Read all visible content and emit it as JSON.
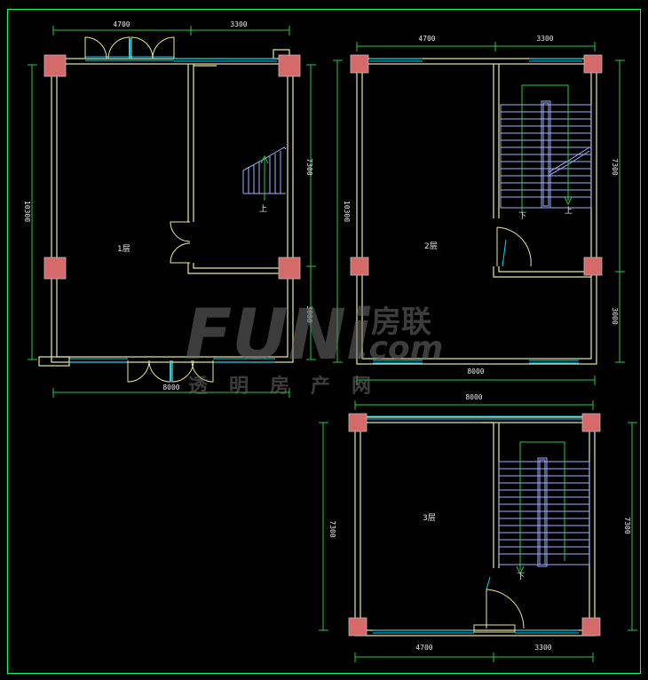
{
  "colors": {
    "background": "#000000",
    "wall": "#e8e89a",
    "dimension": "#22cc44",
    "window": "#00d8ff",
    "column": "#d46a6a",
    "stairs": "#9fb0ff",
    "frame": "#00ff66"
  },
  "floor1": {
    "label": "1层",
    "dim_top_left": "4700",
    "dim_top_right": "3300",
    "dim_bottom": "8000",
    "dim_left": "10300",
    "dim_right_top": "7300",
    "dim_right_bottom": "3000",
    "stair_up": "上"
  },
  "floor2": {
    "label": "2层",
    "dim_top_left": "4700",
    "dim_top_right": "3300",
    "dim_bottom": "8000",
    "dim_left": "10300",
    "dim_right_top": "7300",
    "dim_right_bottom": "3000",
    "stair_down": "下",
    "stair_up": "上"
  },
  "floor3": {
    "label": "3层",
    "dim_top": "8000",
    "dim_left": "7300",
    "dim_right": "7300",
    "dim_bottom_left": "4700",
    "dim_bottom_right": "3300",
    "stair_down": "下"
  },
  "watermark": {
    "brand": "FUNi",
    "cn_name": "房联",
    "domain": ".com",
    "slogan": "透明房产网"
  }
}
